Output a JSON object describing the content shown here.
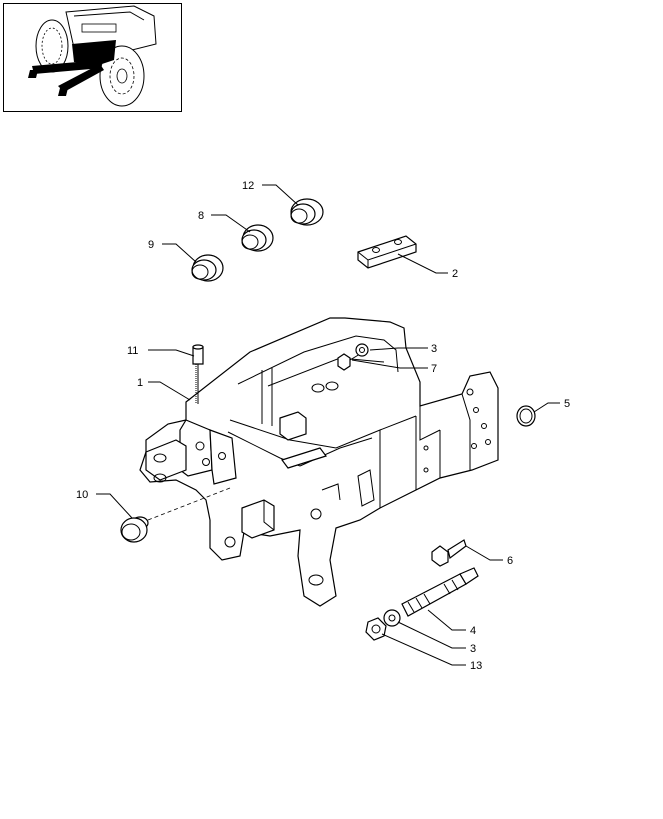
{
  "thumbnail": {
    "icon": "tractor-locator-icon"
  },
  "callouts": [
    {
      "id": "c12",
      "label": "12"
    },
    {
      "id": "c8",
      "label": "8"
    },
    {
      "id": "c9",
      "label": "9"
    },
    {
      "id": "c2",
      "label": "2"
    },
    {
      "id": "c11",
      "label": "11"
    },
    {
      "id": "c3a",
      "label": "3"
    },
    {
      "id": "c7",
      "label": "7"
    },
    {
      "id": "c1",
      "label": "1"
    },
    {
      "id": "c5",
      "label": "5"
    },
    {
      "id": "c10",
      "label": "10"
    },
    {
      "id": "c6",
      "label": "6"
    },
    {
      "id": "c4",
      "label": "4"
    },
    {
      "id": "c3b",
      "label": "3"
    },
    {
      "id": "c13",
      "label": "13"
    }
  ]
}
